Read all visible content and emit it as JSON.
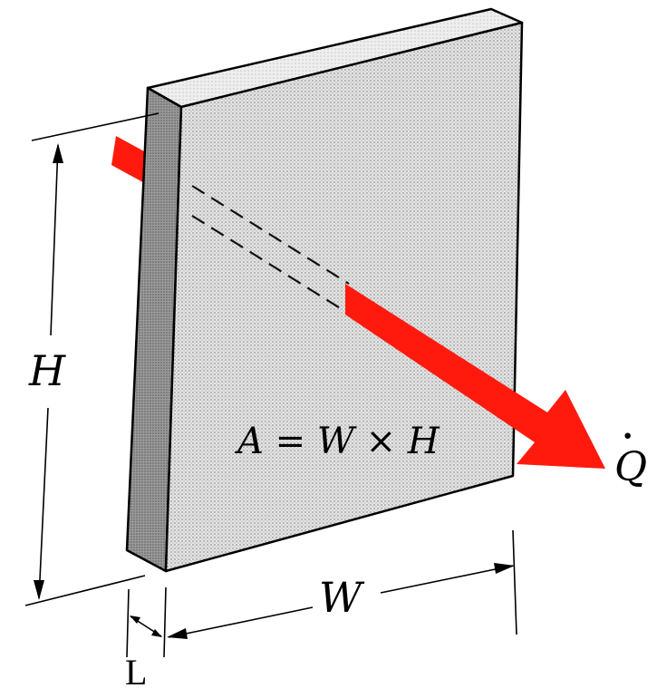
{
  "labels": {
    "height": "H",
    "width": "W",
    "thickness": "L",
    "area_equation": "A = W × H",
    "heat_rate": "Q",
    "heat_rate_dot": "·"
  },
  "colors": {
    "arrow": "#ff1a0d",
    "wall_face": "#d6d6d6",
    "wall_top": "#e9e9e9",
    "wall_side": "#8c8c8c",
    "outline": "#000000"
  }
}
